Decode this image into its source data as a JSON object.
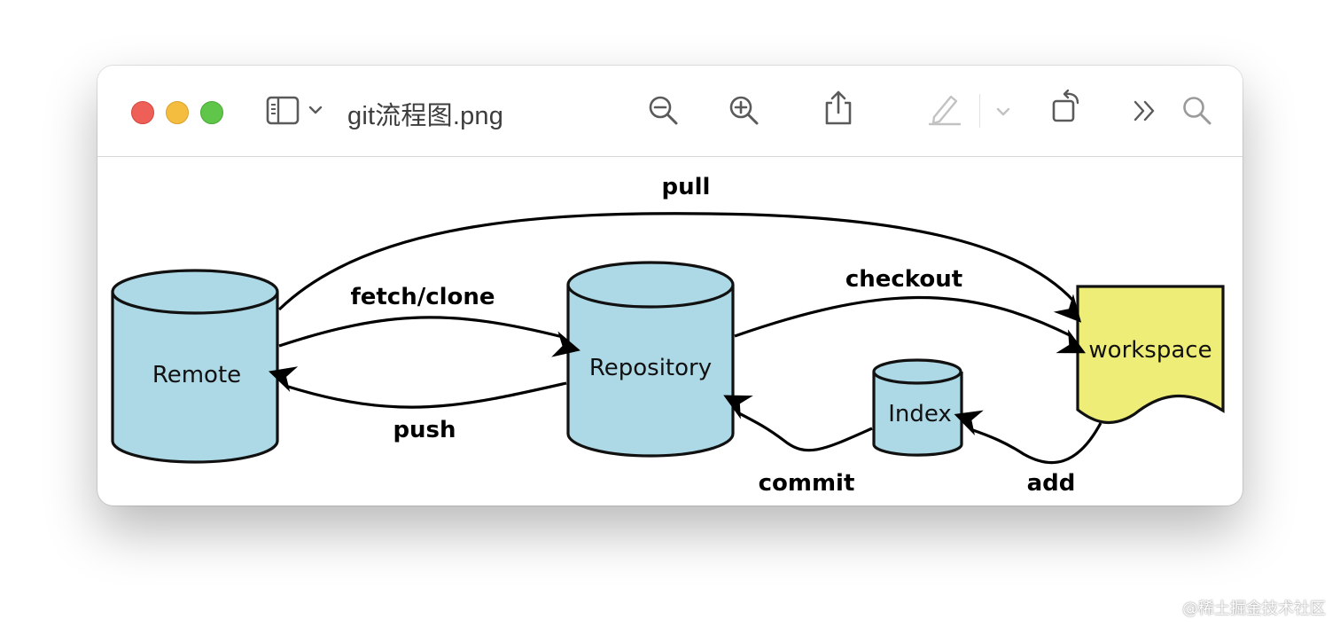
{
  "window": {
    "title": "git流程图.png",
    "traffic_lights": [
      "close",
      "minimize",
      "zoom"
    ],
    "toolbar_icons": [
      "sidebar-icon",
      "chevron-down-icon",
      "zoom-out-icon",
      "zoom-in-icon",
      "share-icon",
      "markup-pen-icon",
      "chevron-down-icon",
      "rotate-icon",
      "more-chevrons-icon",
      "search-icon"
    ]
  },
  "diagram": {
    "nodes": {
      "remote": "Remote",
      "repository": "Repository",
      "index": "Index",
      "workspace": "workspace"
    },
    "edges": {
      "pull": "pull",
      "fetch_clone": "fetch/clone",
      "push": "push",
      "checkout": "checkout",
      "commit": "commit",
      "add": "add"
    },
    "colors": {
      "cylinder_fill": "#add8e6",
      "workspace_fill": "#eded77",
      "stroke": "#000000"
    }
  },
  "watermark": "@稀土掘金技术社区"
}
